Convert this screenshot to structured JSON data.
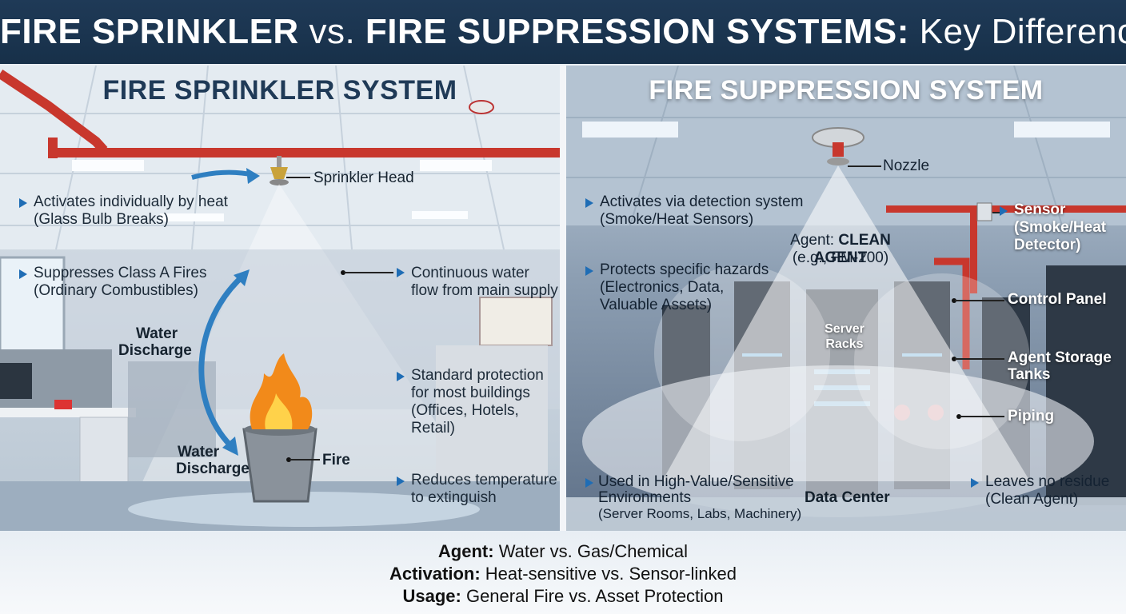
{
  "title": {
    "part1": "FIRE SPRINKLER",
    "vs": "vs.",
    "part2": "FIRE SUPPRESSION SYSTEMS:",
    "part3": "Key Differences"
  },
  "left": {
    "heading": "FIRE SPRINKLER SYSTEM",
    "sprinkler_head": "Sprinkler Head",
    "bullet1_line1": "Activates individually by heat",
    "bullet1_line2": "(Glass Bulb Breaks)",
    "bullet2_line1": "Suppresses Class A Fires",
    "bullet2_line2": "(Ordinary Combustibles)",
    "continuous_line1": "Continuous water",
    "continuous_line2": "flow from main supply",
    "water_discharge_1_line1": "Water",
    "water_discharge_1_line2": "Discharge",
    "standard_line1": "Standard protection",
    "standard_line2": "for most buildings",
    "standard_line3": "(Offices, Hotels, Retail)",
    "water_discharge_2_line1": "Water",
    "water_discharge_2_line2": "Discharge",
    "fire": "Fire",
    "reduces_line1": "Reduces temperature",
    "reduces_line2": "to extinguish"
  },
  "right": {
    "heading": "FIRE SUPPRESSION SYSTEM",
    "nozzle": "Nozzle",
    "bullet1_line1": "Activates via detection system",
    "bullet1_line2": "(Smoke/Heat Sensors)",
    "agent_prefix": "Agent:",
    "agent_name": "CLEAN AGENT",
    "agent_example": "(e.g., FM-200)",
    "sensor_line1": "Sensor",
    "sensor_line2": "(Smoke/Heat",
    "sensor_line3": "Detector)",
    "bullet2_line1": "Protects specific hazards",
    "bullet2_line2": "(Electronics, Data,",
    "bullet2_line3": "Valuable Assets)",
    "control_panel": "Control Panel",
    "server_racks_line1": "Server",
    "server_racks_line2": "Racks",
    "agent_storage_line1": "Agent Storage",
    "agent_storage_line2": "Tanks",
    "piping": "Piping",
    "used_line1": "Used in High-Value/Sensitive",
    "used_line2": "Environments",
    "used_line3": "(Server Rooms, Labs, Machinery)",
    "data_center": "Data Center",
    "residue_line1": "Leaves no residue",
    "residue_line2": "(Clean Agent)"
  },
  "summary": {
    "agent_label": "Agent:",
    "agent_text": "Water vs. Gas/Chemical",
    "activation_label": "Activation:",
    "activation_text": "Heat-sensitive vs. Sensor-linked",
    "usage_label": "Usage:",
    "usage_text": "General Fire vs. Asset Protection"
  },
  "colors": {
    "title_bg": "#1f3a57",
    "bullet": "#1f6db5",
    "pipe": "#c8372d",
    "arrow": "#2f7fc1",
    "flame": "#f28a1a"
  }
}
